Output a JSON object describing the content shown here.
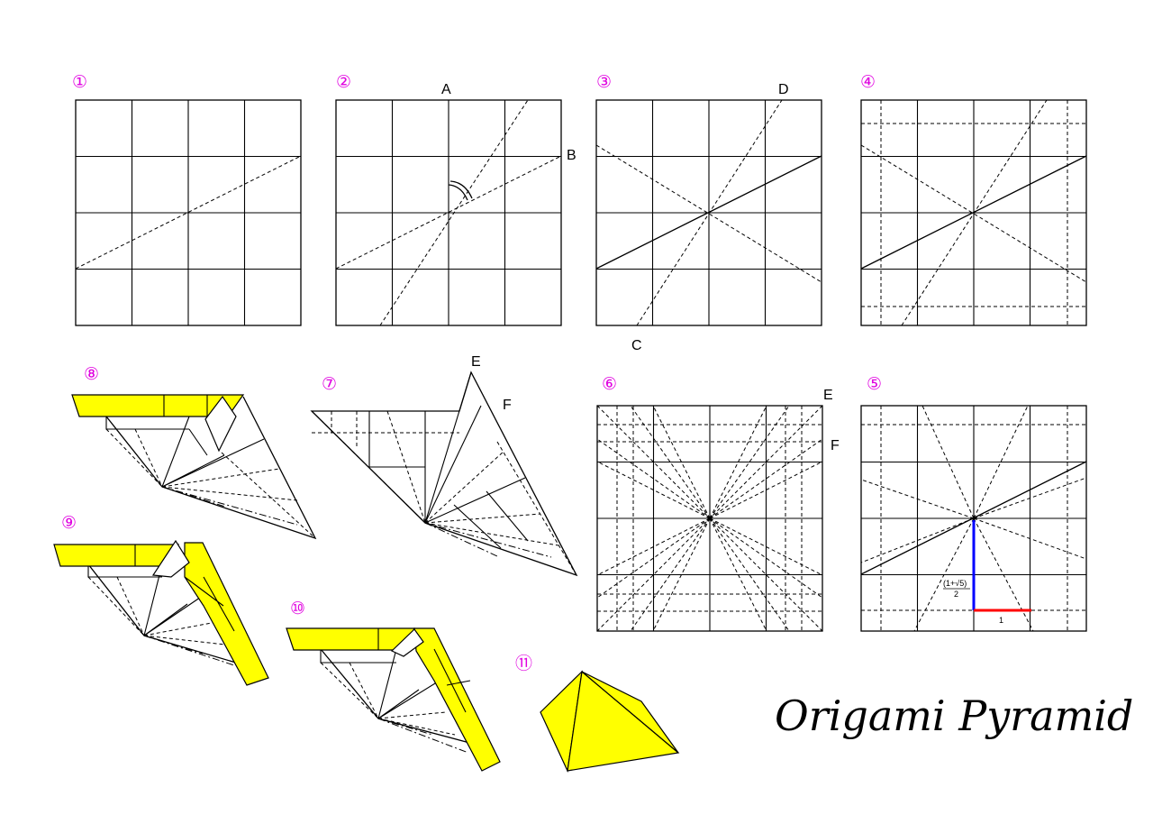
{
  "title": "Origami Pyramid",
  "steps": [
    {
      "number": "①"
    },
    {
      "number": "②"
    },
    {
      "number": "③"
    },
    {
      "number": "④"
    },
    {
      "number": "⑤"
    },
    {
      "number": "⑥"
    },
    {
      "number": "⑦"
    },
    {
      "number": "⑧"
    },
    {
      "number": "⑨"
    },
    {
      "number": "⑩"
    },
    {
      "number": "⑪"
    }
  ],
  "labels": {
    "A": "A",
    "B": "B",
    "C": "C",
    "D": "D",
    "E": "E",
    "F": "F"
  },
  "measure": {
    "ratio": "(1+√5)",
    "denominator": "2",
    "unit": "1"
  },
  "colors": {
    "paper": "#ffff00",
    "step_number": "#e000e0",
    "height_line": "#0000ff",
    "base_line": "#ff0000"
  }
}
